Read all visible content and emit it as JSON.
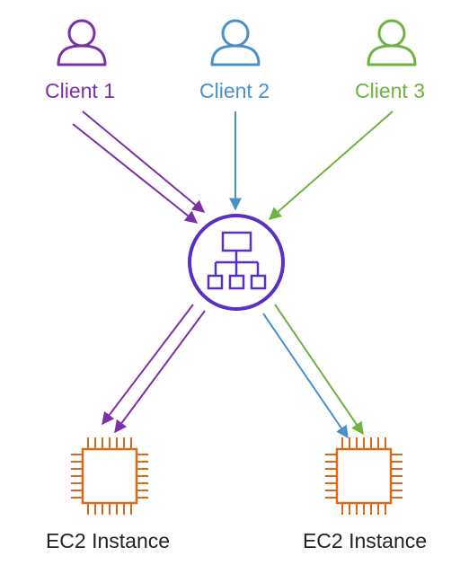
{
  "clients": [
    {
      "label": "Client 1",
      "icon": "user-icon",
      "color": "#7B2FA8"
    },
    {
      "label": "Client 2",
      "icon": "user-icon",
      "color": "#4A90C8"
    },
    {
      "label": "Client 3",
      "icon": "user-icon",
      "color": "#6DB33F"
    }
  ],
  "load_balancer": {
    "icon": "load-balancer-icon",
    "color": "#5A2FC4"
  },
  "instances": [
    {
      "label": "EC2 Instance",
      "icon": "chip-icon",
      "color": "#D96A1C"
    },
    {
      "label": "EC2 Instance",
      "icon": "chip-icon",
      "color": "#D96A1C"
    }
  ],
  "colors": {
    "text": "#222222"
  }
}
